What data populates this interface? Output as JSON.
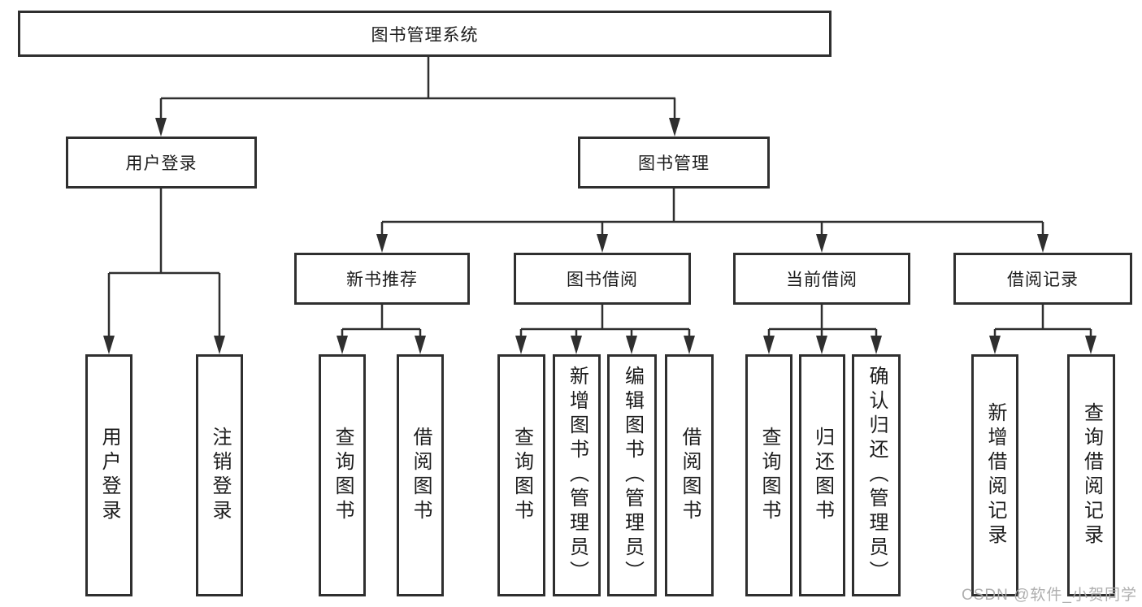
{
  "colors": {
    "line": "#2f2f2f",
    "box_border": "#2f2f2f",
    "box_background": "#ffffff",
    "text": "#1c1c1c",
    "watermark": "#ababab"
  },
  "watermark": {
    "text": "CSDN @软件_小贺同学"
  },
  "tree": {
    "label": "图书管理系统",
    "children": [
      {
        "label": "用户登录",
        "children": [
          {
            "label": "用户登录"
          },
          {
            "label": "注销登录"
          }
        ]
      },
      {
        "label": "图书管理",
        "children": [
          {
            "label": "新书推荐",
            "children": [
              {
                "label": "查询图书"
              },
              {
                "label": "借阅图书"
              }
            ]
          },
          {
            "label": "图书借阅",
            "children": [
              {
                "label": "查询图书"
              },
              {
                "label": "新增图书（管理员）"
              },
              {
                "label": "编辑图书（管理员）"
              },
              {
                "label": "借阅图书"
              }
            ]
          },
          {
            "label": "当前借阅",
            "children": [
              {
                "label": "查询图书"
              },
              {
                "label": "归还图书"
              },
              {
                "label": "确认归还（管理员）"
              }
            ]
          },
          {
            "label": "借阅记录",
            "children": [
              {
                "label": "新增借阅记录"
              },
              {
                "label": "查询借阅记录"
              }
            ]
          }
        ]
      }
    ]
  }
}
